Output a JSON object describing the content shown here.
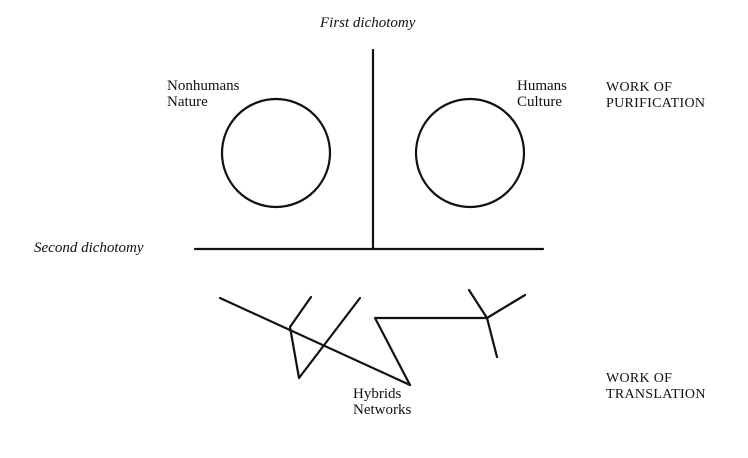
{
  "labels": {
    "first_dichotomy": "First dichotomy",
    "second_dichotomy": "Second dichotomy",
    "nonhumans": "Nonhumans",
    "nature": "Nature",
    "humans": "Humans",
    "culture": "Culture",
    "hybrids": "Hybrids",
    "networks": "Networks",
    "purification_line1": "WORK OF",
    "purification_line2": "PURIFICATION",
    "translation_line1": "WORK OF",
    "translation_line2": "TRANSLATION"
  },
  "colors": {
    "ink": "#111111",
    "background": "#ffffff"
  }
}
